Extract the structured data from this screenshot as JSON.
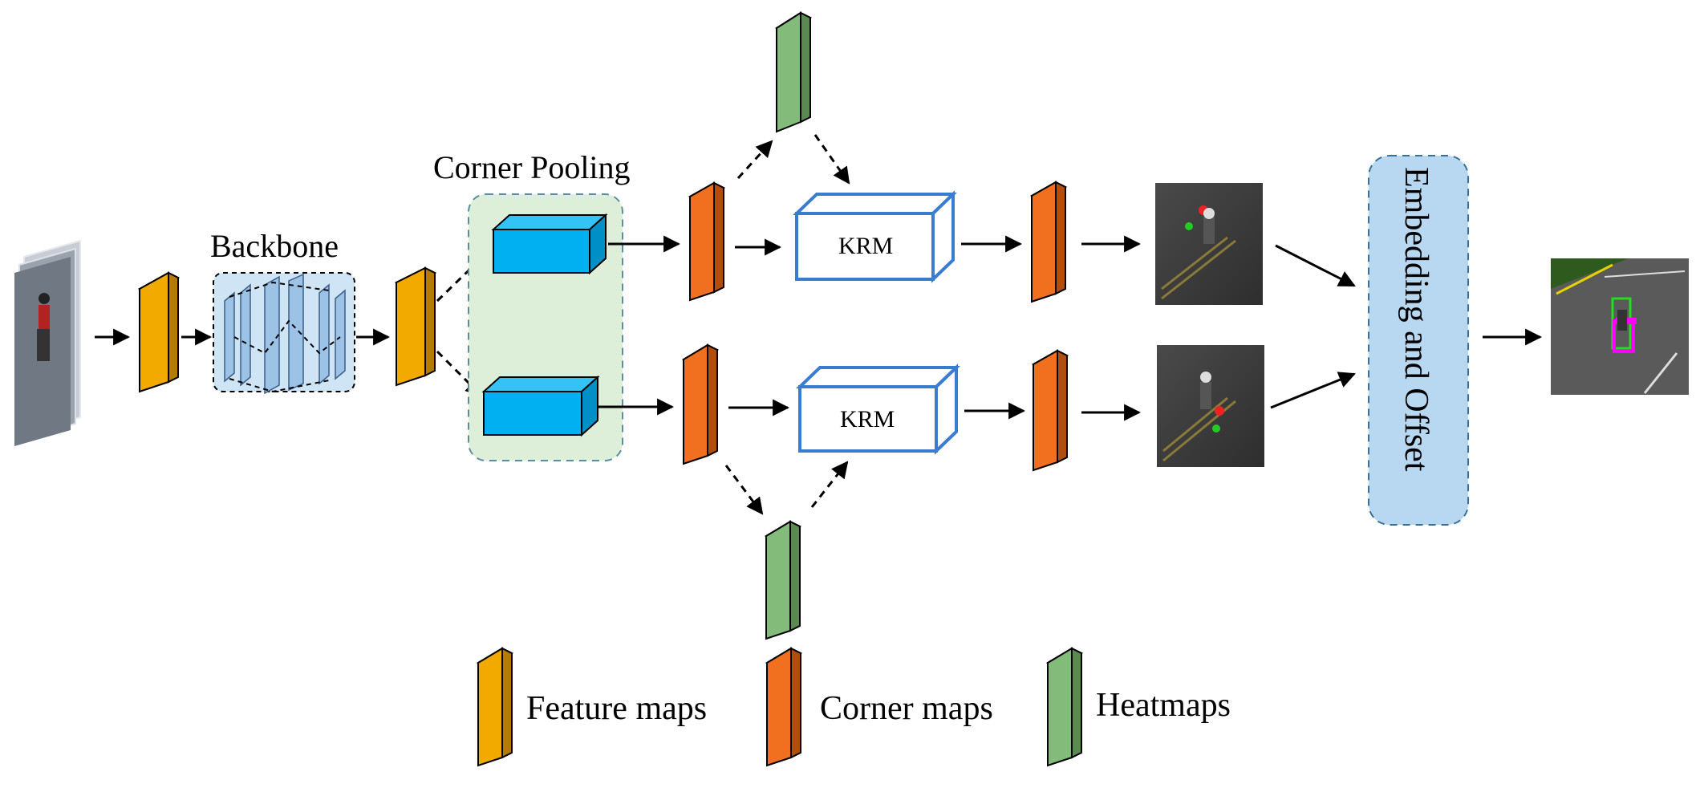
{
  "title": "",
  "labels": {
    "backbone": "Backbone",
    "corner_pooling": "Corner Pooling",
    "krm_top": "KRM",
    "krm_bottom": "KRM",
    "embedding": "Embedding and Offset"
  },
  "legend": [
    {
      "label": "Feature maps",
      "color": "#F2A900"
    },
    {
      "label": "Corner maps",
      "color": "#F07020"
    },
    {
      "label": "Heatmaps",
      "color": "#82BB7A"
    }
  ],
  "colors": {
    "feature_map": "#F2A900",
    "corner_map": "#F07020",
    "heatmap": "#82BB7A",
    "pool_block": "#00B0F0",
    "pool_region": "#DDEFD8",
    "backbone_region": "#CFE4F4",
    "krm_stroke": "#3A7DD0",
    "embedding_fill": "#B8D7F0"
  },
  "icons": [
    "input-image",
    "output-image",
    "detection-thumbnail-top",
    "detection-thumbnail-bottom"
  ]
}
